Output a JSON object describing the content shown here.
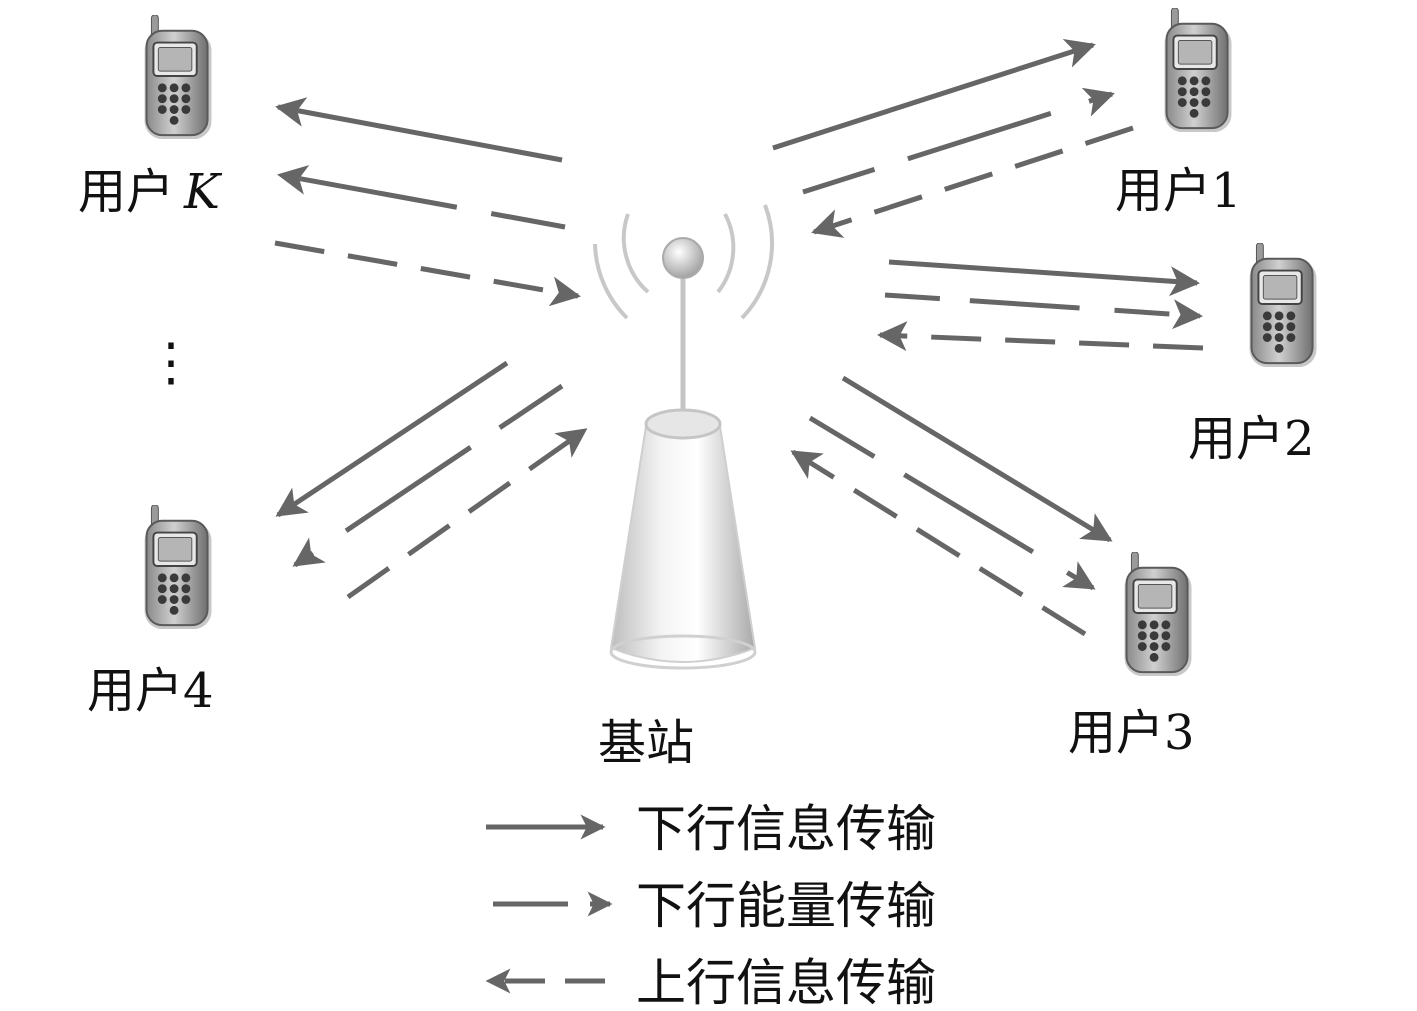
{
  "base_station": {
    "label": "基站"
  },
  "users": [
    {
      "id": "K",
      "prefix": "用户",
      "suffix": "K",
      "suffix_italic": true
    },
    {
      "id": "1",
      "prefix": "用户",
      "suffix": "1",
      "suffix_italic": false
    },
    {
      "id": "2",
      "prefix": "用户",
      "suffix": "2",
      "suffix_italic": false
    },
    {
      "id": "3",
      "prefix": "用户",
      "suffix": "3",
      "suffix_italic": false
    },
    {
      "id": "4",
      "prefix": "用户",
      "suffix": "4",
      "suffix_italic": false
    }
  ],
  "ellipsis": "⋮",
  "legend": [
    {
      "style": "solid",
      "label": "下行信息传输"
    },
    {
      "style": "dashed",
      "label": "下行能量传输"
    },
    {
      "style": "dotted",
      "label": "上行信息传输"
    }
  ],
  "colors": {
    "arrow": "#666666",
    "text": "#111111",
    "phone_body": "#9a9a9a",
    "tower": "#dcdcdc"
  }
}
